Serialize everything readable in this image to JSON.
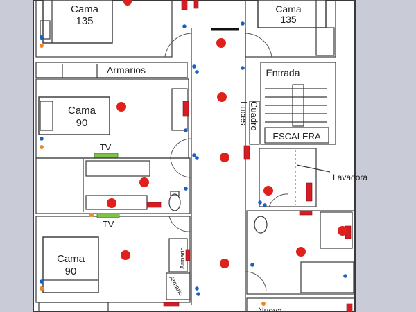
{
  "labels": {
    "cama_135_left_a": "Cama",
    "cama_135_left_b": "135",
    "cama_135_right_a": "Cama",
    "cama_135_right_b": "135",
    "armarios": "Armarios",
    "cama_90_top_a": "Cama",
    "cama_90_top_b": "90",
    "entrada": "Entrada",
    "cuadro_luces_a": "Cuadro",
    "cuadro_luces_b": "Luces",
    "escalera": "ESCALERA",
    "tv_top": "TV",
    "lavadora": "Lavadora",
    "tv_bottom": "TV",
    "cama_90_bottom_a": "Cama",
    "cama_90_bottom_b": "90",
    "armario_1": "Armario",
    "armario_2": "Armario",
    "bottom_cut": "Nueva"
  },
  "colors": {
    "background": "#c9cbd6",
    "light": "#e0201b",
    "outlet": "#d61c25",
    "plug_blue": "#1a5fc4",
    "plug_orange": "#e8892b",
    "tv": "#7fc24a"
  }
}
